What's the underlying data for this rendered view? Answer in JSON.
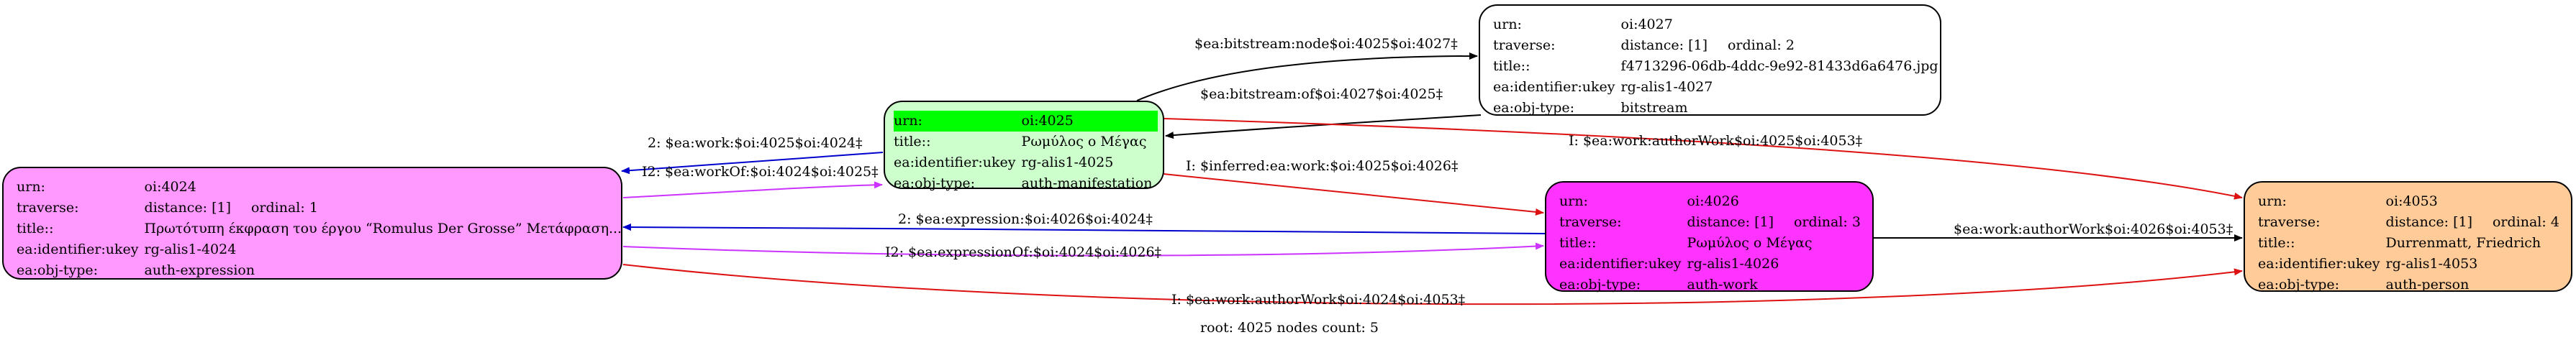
{
  "colors": {
    "edge_black": "#000000",
    "edge_blue": "#0000cc",
    "edge_magenta": "#cc33ff",
    "edge_red": "#dd1111",
    "node_4024": "#ff99ff",
    "node_4025": "#ccffcc",
    "node_4025_header": "#00ff00",
    "node_4026": "#ff33ff",
    "node_4027": "#ffffff",
    "node_4053": "#ffcc99"
  },
  "nodes": {
    "n4024": {
      "urn": "oi:4024",
      "traverse_distance": "distance: [1]",
      "traverse_ordinal": "ordinal: 1",
      "title": "Πρωτότυπη έκφραση του έργου “Romulus Der Grosse” Μετάφραση...",
      "ukey": "rg-alis1-4024",
      "objtype": "auth-expression"
    },
    "n4025": {
      "urn": "oi:4025",
      "title": "Ρωμύλος ο Μέγας",
      "ukey": "rg-alis1-4025",
      "objtype": "auth-manifestation"
    },
    "n4027": {
      "urn": "oi:4027",
      "traverse_distance": "distance: [1]",
      "traverse_ordinal": "ordinal: 2",
      "title": "f4713296-06db-4ddc-9e92-81433d6a6476.jpg",
      "ukey": "rg-alis1-4027",
      "objtype": "bitstream"
    },
    "n4026": {
      "urn": "oi:4026",
      "traverse_distance": "distance: [1]",
      "traverse_ordinal": "ordinal: 3",
      "title": "Ρωμύλος ο Μέγας",
      "ukey": "rg-alis1-4026",
      "objtype": "auth-work"
    },
    "n4053": {
      "urn": "oi:4053",
      "traverse_distance": "distance: [1]",
      "traverse_ordinal": "ordinal: 4",
      "title": "Durrenmatt, Friedrich",
      "ukey": "rg-alis1-4053",
      "objtype": "auth-person"
    }
  },
  "field_labels": {
    "urn": "urn:",
    "traverse": "traverse:",
    "title": "title::",
    "ukey": "ea:identifier:ukey",
    "objtype": "ea:obj-type:"
  },
  "edges": {
    "e1": "$ea:bitstream:node$oi:4025$oi:4027‡",
    "e2": "$ea:bitstream:of$oi:4027$oi:4025‡",
    "e3": "2: $ea:work:$oi:4025$oi:4024‡",
    "e4": "I2: $ea:workOf:$oi:4024$oi:4025‡",
    "e5": "I: $ea:work:authorWork$oi:4025$oi:4053‡",
    "e6": "I: $inferred:ea:work:$oi:4025$oi:4026‡",
    "e7": "2: $ea:expression:$oi:4026$oi:4024‡",
    "e8": "I2: $ea:expressionOf:$oi:4024$oi:4026‡",
    "e9": "$ea:work:authorWork$oi:4026$oi:4053‡",
    "e10": "I: $ea:work:authorWork$oi:4024$oi:4053‡"
  },
  "footer": "root: 4025 nodes count: 5"
}
